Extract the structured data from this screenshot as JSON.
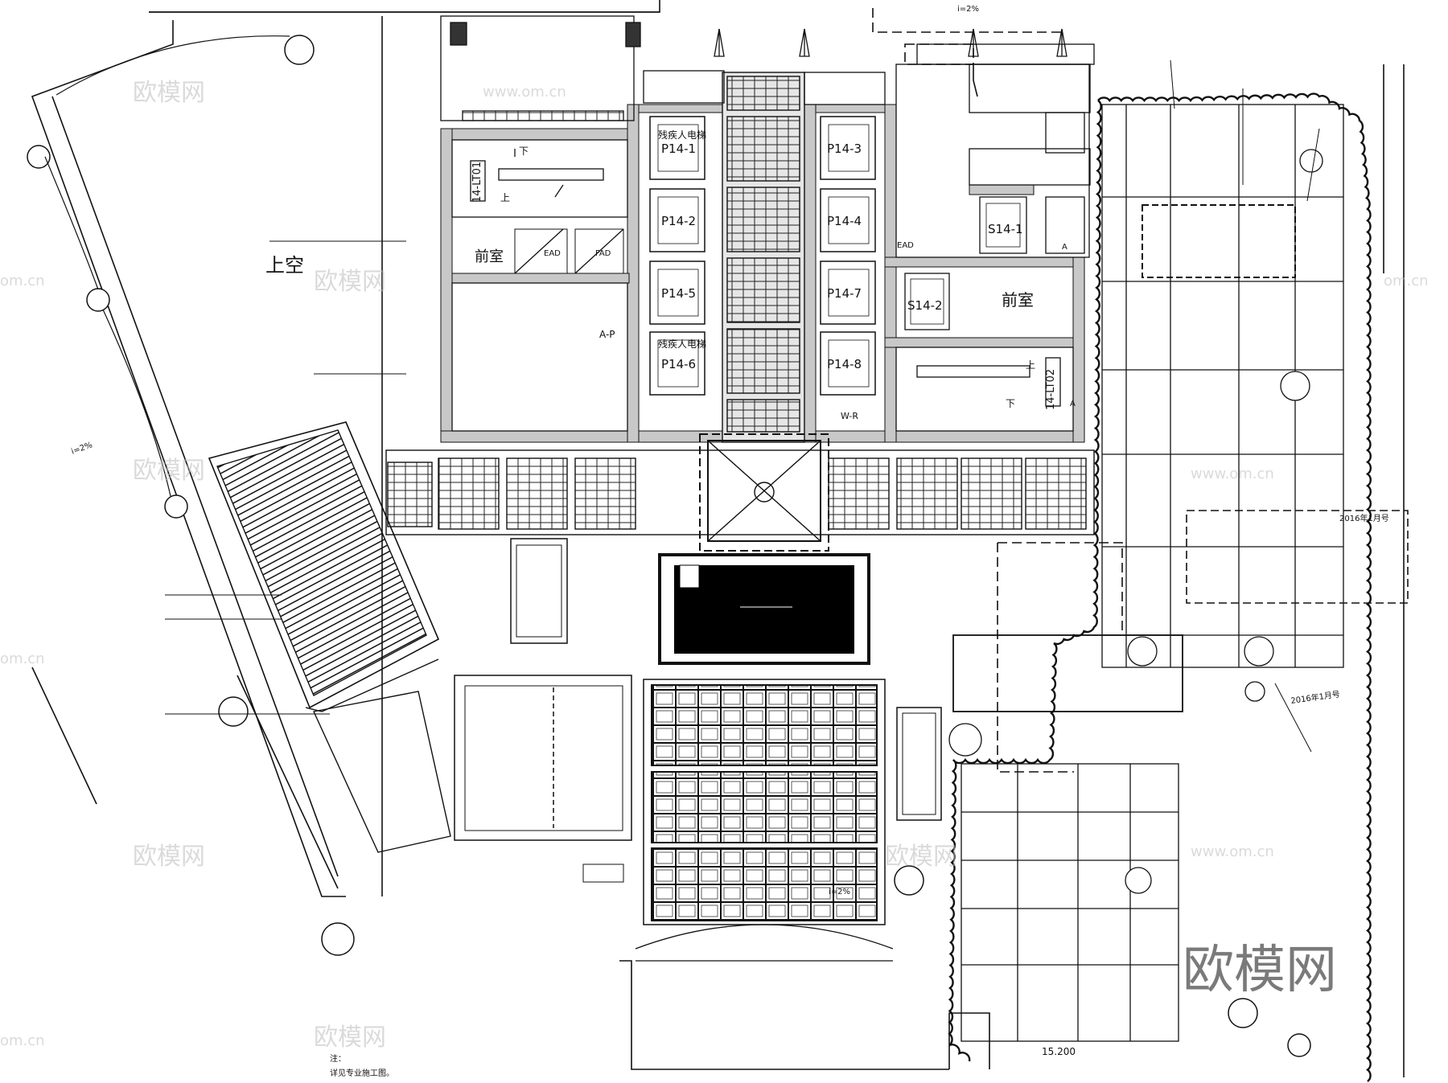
{
  "rooms": {
    "void": "上空",
    "anteroom_left": "前室",
    "anteroom_right": "前室",
    "stair_left": "14-LT01",
    "stair_right": "14-LT02",
    "ead_1": "EAD",
    "fad_1": "FAD",
    "ead_2": "EAD",
    "ap": "A-P",
    "wr": "W-R",
    "a_1": "A",
    "a_2": "A",
    "lift_p14_1": "P14-1",
    "lift_p14_2": "P14-2",
    "lift_p14_3": "P14-3",
    "lift_p14_4": "P14-4",
    "lift_p14_5": "P14-5",
    "lift_p14_6": "P14-6",
    "lift_p14_7": "P14-7",
    "lift_p14_8": "P14-8",
    "lift_s14_1": "S14-1",
    "lift_s14_2": "S14-2",
    "accessible_1": "残疾人电梯",
    "accessible_2": "残疾人电梯",
    "stair_up_1": "上",
    "stair_down_1": "下",
    "stair_up_2": "上",
    "stair_down_2": "下"
  },
  "annotations": {
    "slope_top": "i=2%",
    "slope_left": "i=2%",
    "slope_bottom": "i=2%",
    "date_note_1": "2016年1月号",
    "date_note_2": "2016年1月号",
    "elevation_bottom": "15.200",
    "notes_line_1": "注：",
    "notes_line_2": "详见专业施工图。"
  },
  "watermark": {
    "logo_text": "欧模网",
    "site_text": "www.om.cn",
    "domain_text": "om.cn"
  },
  "colors": {
    "line": "#111111",
    "wall_fill": "#c8c8c8",
    "dark_fill": "#000000",
    "background": "#ffffff"
  }
}
